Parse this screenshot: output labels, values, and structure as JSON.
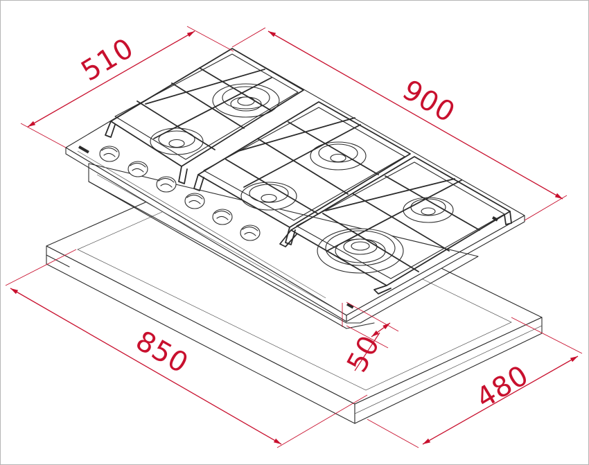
{
  "colors": {
    "dimension": "#c8102e",
    "drawing": "#2b2b2b",
    "frame": "#b5b5b5",
    "background": "#ffffff"
  },
  "dimensions": {
    "hob_depth": "510",
    "hob_width": "900",
    "cutout_width": "850",
    "cutout_depth": "480",
    "hob_height": "50"
  }
}
